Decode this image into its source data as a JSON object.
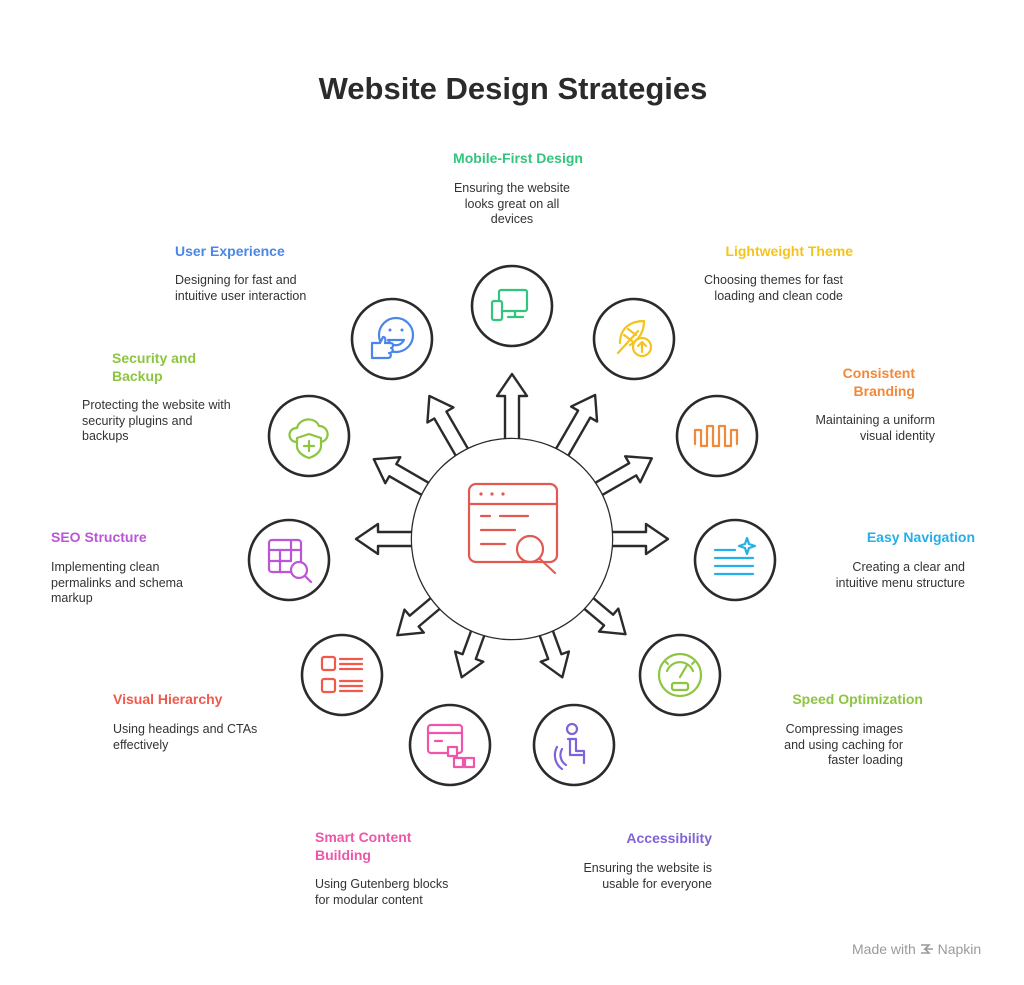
{
  "title": "Website Design Strategies",
  "center_icon": "web-search-icon",
  "nodes": [
    {
      "id": "mobile",
      "title": "Mobile-First Design",
      "desc": "Ensuring the website looks great on all devices",
      "color": "#33c47e",
      "icon": "devices-icon"
    },
    {
      "id": "theme",
      "title": "Lightweight Theme",
      "desc": "Choosing themes for fast loading and clean code",
      "color": "#f4c41c",
      "icon": "feather-upload-icon"
    },
    {
      "id": "branding",
      "title": "Consistent Branding",
      "desc": "Maintaining a uniform visual identity",
      "color": "#f0893a",
      "icon": "wave-pattern-icon"
    },
    {
      "id": "navigation",
      "title": "Easy Navigation",
      "desc": "Creating a clear and intuitive menu structure",
      "color": "#26aee8",
      "icon": "menu-sparkle-icon"
    },
    {
      "id": "speed",
      "title": "Speed Optimization",
      "desc": "Compressing images and using caching for faster loading",
      "color": "#8cc53f",
      "icon": "speedometer-icon"
    },
    {
      "id": "accessibility",
      "title": "Accessibility",
      "desc": "Ensuring the website is usable for everyone",
      "color": "#7f63d9",
      "icon": "accessible-user-icon"
    },
    {
      "id": "content",
      "title": "Smart Content Building",
      "desc": "Using Gutenberg blocks for modular content",
      "color": "#ee56a9",
      "icon": "content-blocks-icon"
    },
    {
      "id": "hierarchy",
      "title": "Visual Hierarchy",
      "desc": "Using headings and CTAs effectively",
      "color": "#ef5a4c",
      "icon": "layout-list-icon"
    },
    {
      "id": "seo",
      "title": "SEO Structure",
      "desc": "Implementing clean permalinks and schema markup",
      "color": "#bb55d8",
      "icon": "table-search-icon"
    },
    {
      "id": "security",
      "title": "Security and Backup",
      "desc": "Protecting the website with security plugins and backups",
      "color": "#8cc53f",
      "icon": "cloud-shield-icon"
    },
    {
      "id": "ux",
      "title": "User Experience",
      "desc": "Designing for fast and intuitive user interaction",
      "color": "#4a86e8",
      "icon": "smiley-thumbsup-icon"
    }
  ],
  "footer": {
    "made_with": "Made with",
    "brand": "Napkin"
  }
}
